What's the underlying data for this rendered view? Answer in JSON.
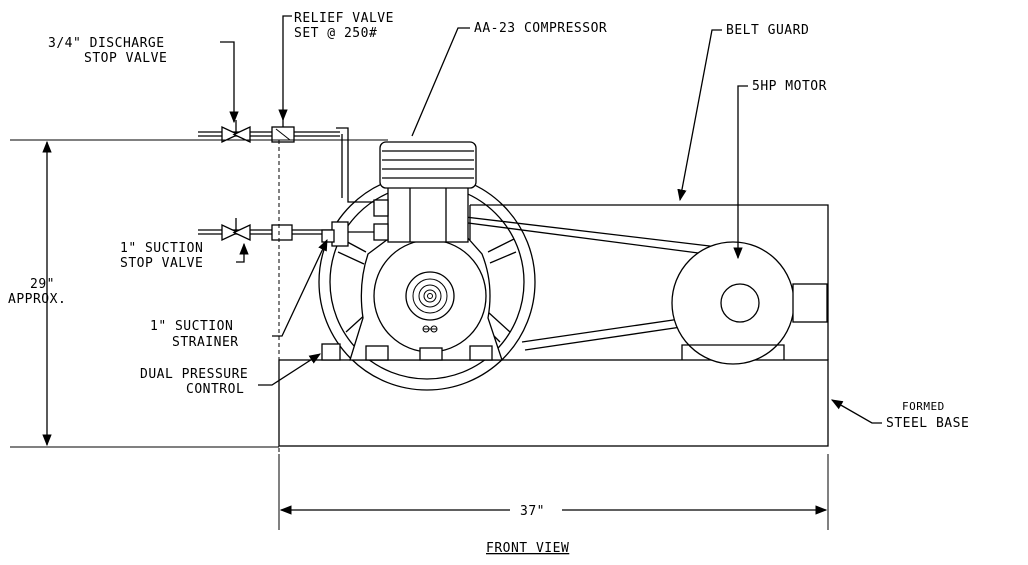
{
  "labels": {
    "relief_valve_line1": "RELIEF VALVE",
    "relief_valve_line2": "SET @ 250#",
    "compressor": "AA-23 COMPRESSOR",
    "belt_guard": "BELT GUARD",
    "motor": "5HP MOTOR",
    "discharge_line1": "3/4\" DISCHARGE",
    "discharge_line2": "STOP VALVE",
    "suction_valve_line1": "1\" SUCTION",
    "suction_valve_line2": "STOP VALVE",
    "height_line1": "29\"",
    "height_line2": "APPROX.",
    "strainer_line1": "1\" SUCTION",
    "strainer_line2": "STRAINER",
    "pressure_line1": "DUAL PRESSURE",
    "pressure_line2": "CONTROL",
    "base_line1": "FORMED",
    "base_line2": "STEEL BASE",
    "width_dim": "37\"",
    "view_title": "FRONT VIEW"
  }
}
